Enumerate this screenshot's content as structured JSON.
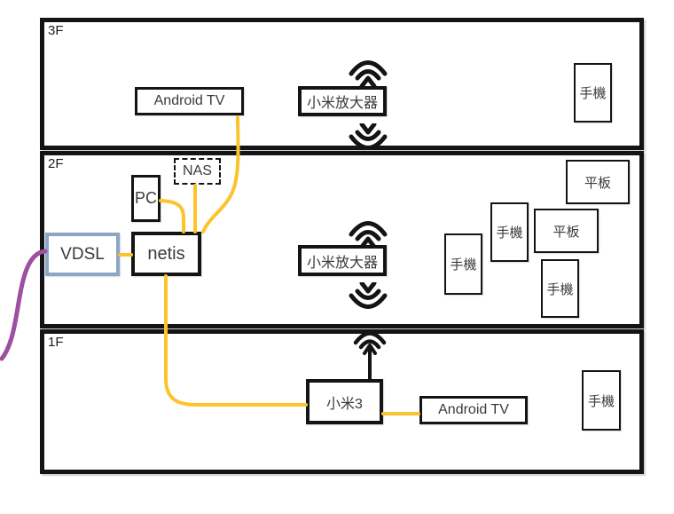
{
  "title": "home-network-floor-diagram",
  "colors": {
    "floor_border": "#141414",
    "device_border": "#141414",
    "vdsl_border": "#8CA6C6",
    "ethernet_line": "#FCC42C",
    "wan_line": "#9C50A0",
    "text": "#3A3A3A"
  },
  "icons": {
    "wifi_up": "wifi-signal-up-icon",
    "wifi_down": "wifi-signal-down-icon",
    "antenna": "antenna-icon"
  },
  "floors": [
    {
      "label": "3F",
      "devices": [
        {
          "label": "Android TV"
        },
        {
          "label": "小米放大器"
        },
        {
          "label": "手機"
        }
      ]
    },
    {
      "label": "2F",
      "devices": [
        {
          "label": "NAS"
        },
        {
          "label": "PC"
        },
        {
          "label": "VDSL"
        },
        {
          "label": "netis"
        },
        {
          "label": "小米放大器"
        },
        {
          "label": "手機"
        },
        {
          "label": "手機"
        },
        {
          "label": "平板"
        },
        {
          "label": "平板"
        },
        {
          "label": "手機"
        }
      ]
    },
    {
      "label": "1F",
      "devices": [
        {
          "label": "小米3"
        },
        {
          "label": "Android TV"
        },
        {
          "label": "手機"
        }
      ]
    }
  ]
}
